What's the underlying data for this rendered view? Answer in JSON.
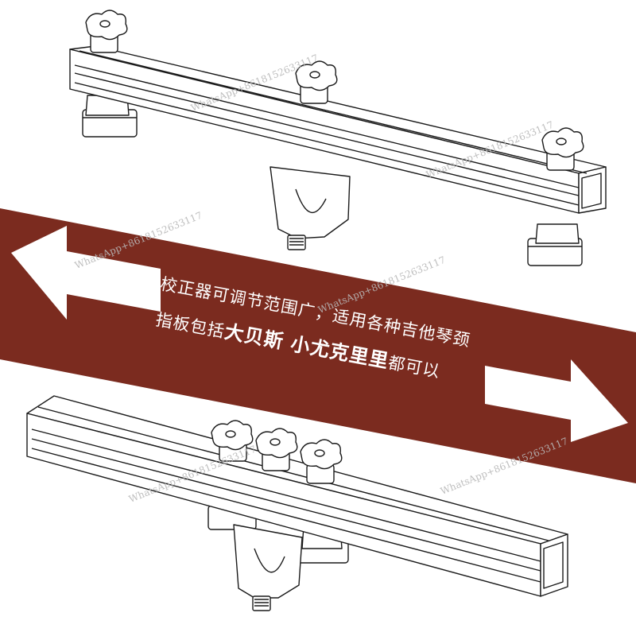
{
  "banner": {
    "line1": "校正器可调节范围广，适用各种吉他琴颈",
    "line2_prefix": "指板包括",
    "line2_bold": "大贝斯 小尤克里里",
    "line2_suffix": "都可以"
  },
  "watermark": "WhatsApp+8618152633117",
  "colors": {
    "banner": "#7b2b1f",
    "arrow": "#ffffff",
    "line_art": "#1a1a1a"
  }
}
